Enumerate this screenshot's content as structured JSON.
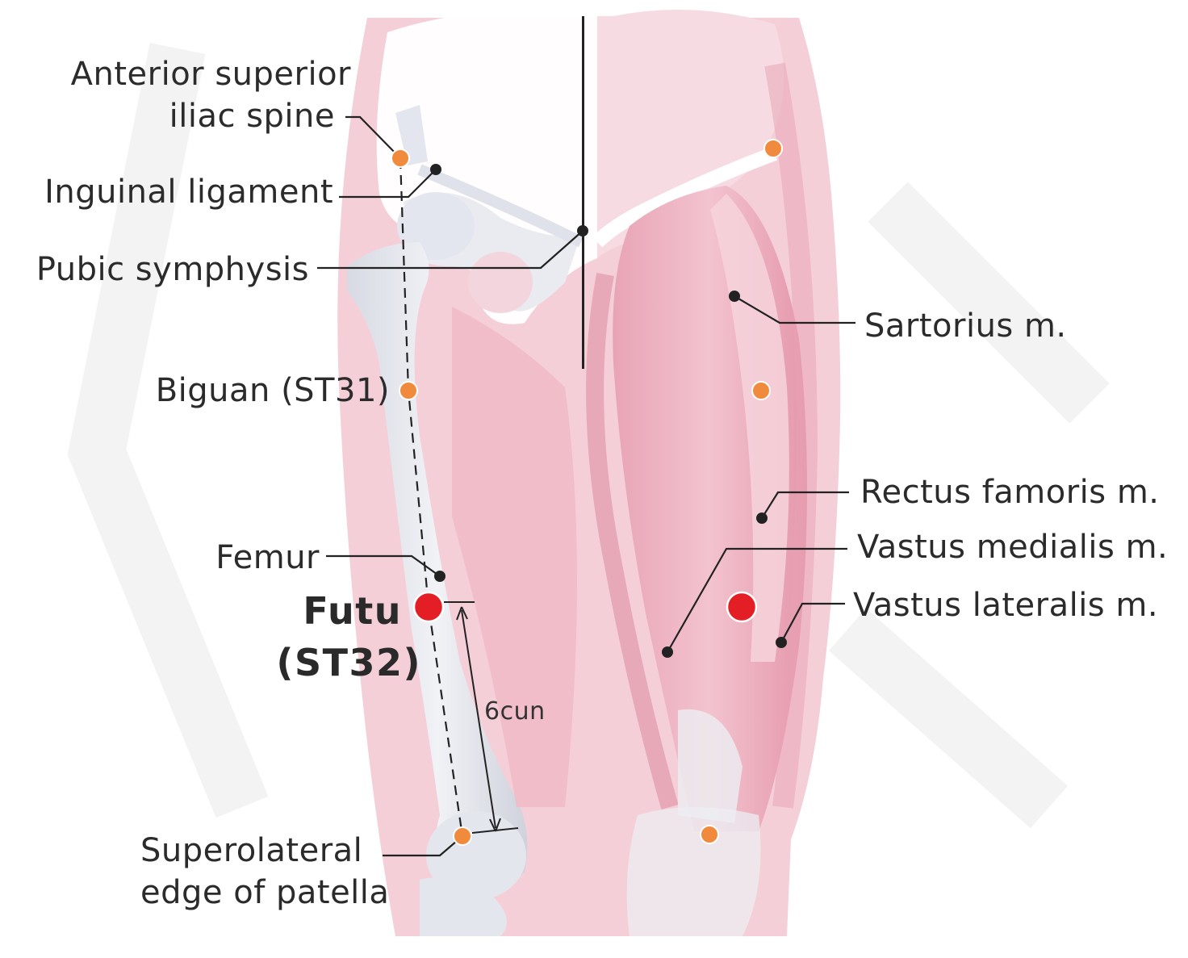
{
  "labels": {
    "asis_line1": "Anterior superior",
    "asis_line2": "iliac spine",
    "inguinal_ligament": "Inguinal ligament",
    "pubic_symphysis": "Pubic symphysis",
    "sartorius": "Sartorius m.",
    "biguan": "Biguan (ST31)",
    "rectus_femoris": "Rectus famoris m.",
    "vastus_medialis": "Vastus medialis m.",
    "vastus_lateralis": "Vastus lateralis m.",
    "femur": "Femur",
    "futu_line1": "Futu",
    "futu_line2": "(ST32)",
    "distance": "6cun",
    "patella_line1": "Superolateral",
    "patella_line2": "edge of patella"
  },
  "colors": {
    "skin": "#f3c9d3",
    "muscle": "#e9a3b4",
    "bone": "#e6e8ef",
    "acupoint_major": "#e31e24",
    "acupoint_minor": "#f08a3c",
    "marker": "#222222"
  }
}
